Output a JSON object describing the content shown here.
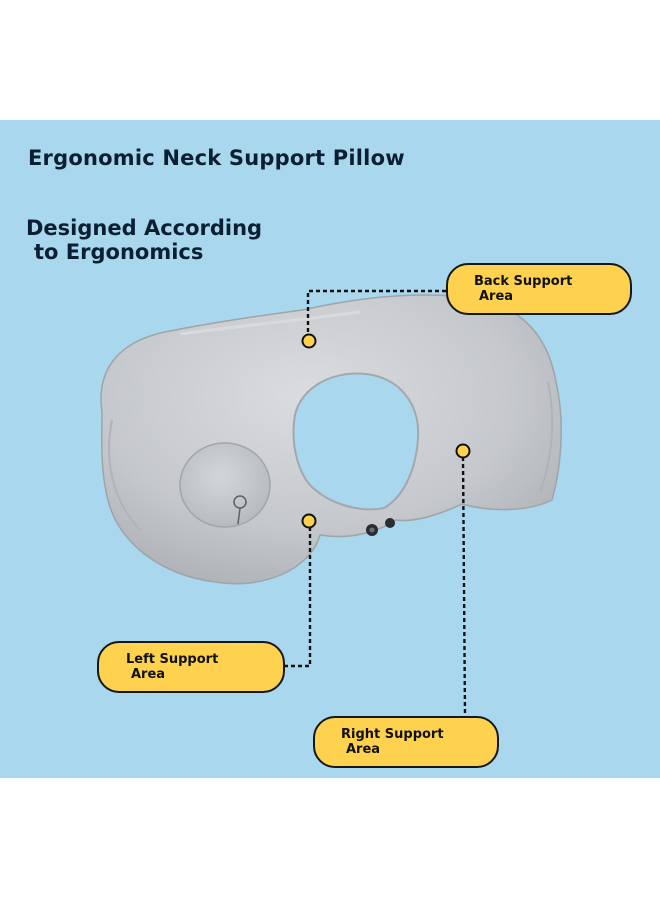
{
  "header": {
    "title": "Ergonomic Neck Support Pillow",
    "subtitle_line1": "Designed According",
    "subtitle_line2": "to Ergonomics"
  },
  "callouts": {
    "back": {
      "line1": "Back Support",
      "line2": "Area"
    },
    "left": {
      "line1": "Left Support",
      "line2": "Area"
    },
    "right": {
      "line1": "Right Support",
      "line2": "Area"
    }
  },
  "colors": {
    "background": "#a9d7ee",
    "callout_fill": "#fed24f",
    "pillow": "#c9ccd0",
    "text": "#0b1f33"
  }
}
